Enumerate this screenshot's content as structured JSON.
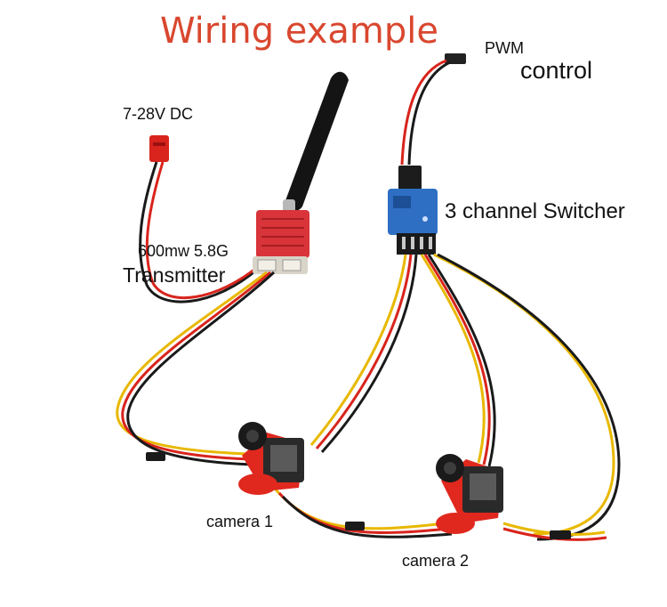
{
  "title": "Wiring example",
  "labels": {
    "pwm": "PWM",
    "control": "control",
    "voltage": "7-28V  DC",
    "power_freq": "600mw  5.8G",
    "transmitter": "Transmitter",
    "switcher": "3 channel  Switcher",
    "camera1": "camera  1",
    "camera2": "camera  2"
  },
  "colors": {
    "title": "#d9472f",
    "wire_red": "#d8241c",
    "wire_black": "#1a1a1a",
    "wire_yellow": "#e8b800",
    "heatsink": "#d8343a",
    "switcher_board": "#2e6fc4",
    "camera_mount": "#e0281e"
  }
}
